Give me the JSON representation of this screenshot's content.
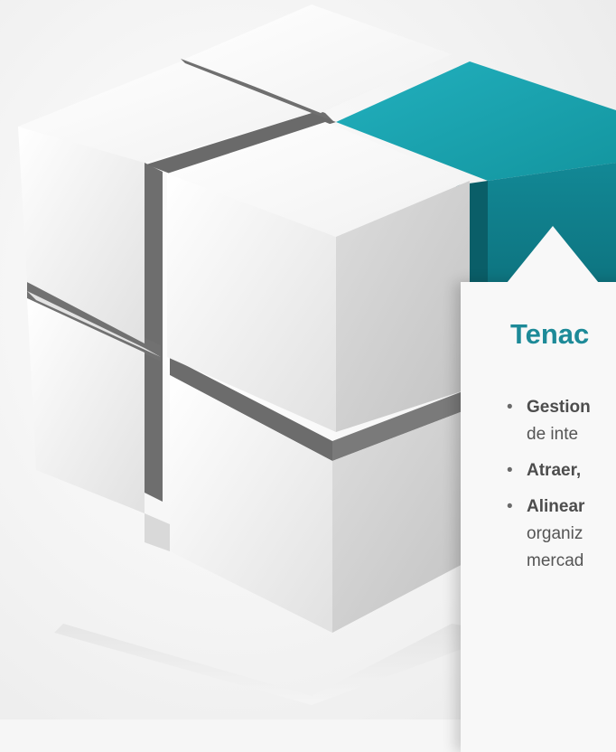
{
  "callout": {
    "title": "Tenac",
    "items": [
      {
        "bold": "Gestion",
        "text": "",
        "continuation": [
          "de inte"
        ]
      },
      {
        "bold": "Atraer,",
        "text": "",
        "continuation": []
      },
      {
        "bold": "Alinear",
        "text": "",
        "continuation": [
          "organiz",
          "mercad"
        ]
      }
    ]
  },
  "colors": {
    "accent": "#1d8a98",
    "teal_top": "#1aa3b1",
    "teal_front": "#107e8b",
    "teal_side": "#0a5e68"
  }
}
